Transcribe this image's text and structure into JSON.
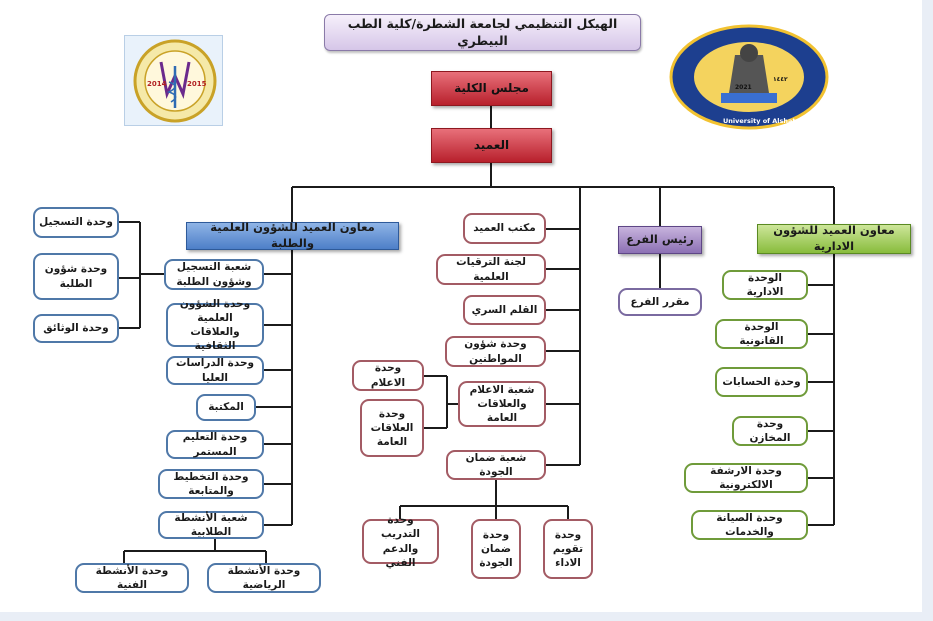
{
  "title": "الهيكل التنظيمي لجامعة الشطرة/كلية الطب البيطري",
  "logos": {
    "left_logo_years": [
      "2014",
      "2015"
    ],
    "right_logo_years": [
      "2021",
      "١٤٤٢"
    ],
    "right_logo_latin": "University of Alshatrah"
  },
  "council": "مجلس الكلية",
  "dean": "العميد",
  "scientific": {
    "head": "معاون العميد للشؤون العلمية والطلبة",
    "registration": {
      "label": "شعبة التسجيل وشؤون الطلبة",
      "units": [
        "وحدة التسجيل",
        "وحدة شؤون الطلبة",
        "وحدة الوثائق"
      ]
    },
    "items": [
      "وحدة الشؤون العلمية والعلاقات الثقافية",
      "وحدة الدراسات العليا",
      "المكتبة",
      "وحدة التعليم المستمر",
      "وحدة التخطيط والمتابعة"
    ],
    "activities": {
      "label": "شعبة الأنشطة الطلابية",
      "units": [
        "وحدة الأنشطة الفنية",
        "وحدة الأنشطة الرياضية"
      ]
    }
  },
  "dean_office": {
    "items": [
      "مكتب العميد",
      "لجنة الترقيات العلمية",
      "القلم السري",
      "وحدة شؤون المواطنين"
    ],
    "media": {
      "label": "شعبة الاعلام والعلاقات العامة",
      "units": [
        "وحدة الاعلام",
        "وحدة العلاقات العامة"
      ]
    },
    "quality": {
      "label": "شعبة ضمان الجودة",
      "units": [
        "وحدة التدريب والدعم الفني",
        "وحدة ضمان الجودة",
        "وحدة تقويم الاداء"
      ]
    }
  },
  "branch": {
    "head": "رئيس الفرع",
    "rapporteur": "مقرر الفرع"
  },
  "admin": {
    "head": "معاون العميد للشؤون الادارية",
    "units": [
      "الوحدة الادارية",
      "الوحدة القانونية",
      "وحدة الحسابات",
      "وحدة المخازن",
      "وحدة الارشفة الالكترونية",
      "وحدة الصيانة والخدمات"
    ]
  }
}
